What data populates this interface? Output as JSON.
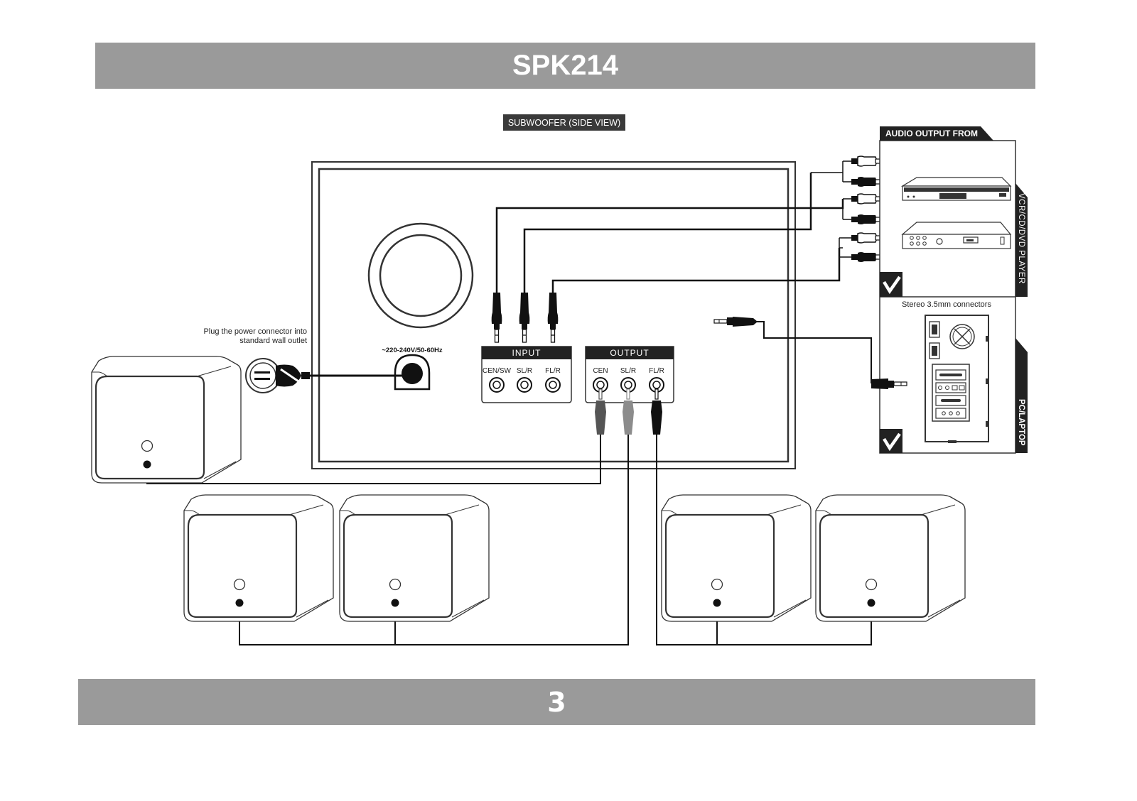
{
  "header": {
    "model": "SPK214"
  },
  "footer": {
    "page_number": "3"
  },
  "subwoofer": {
    "view_label": "SUBWOOFER (SIDE VIEW)",
    "voltage_label": "~220-240V/50-60Hz",
    "input_label": "INPUT",
    "input_ports": [
      "CEN/SW",
      "SL/R",
      "FL/R"
    ],
    "output_label": "OUTPUT",
    "output_ports": [
      "CEN",
      "SL/R",
      "FL/R"
    ]
  },
  "power": {
    "instruction_line1": "Plug the power connector into",
    "instruction_line2": "standard wall outlet"
  },
  "sources": {
    "panel_title": "AUDIO OUTPUT FROM",
    "player_label": "VCR/CD/DVD PLAYER",
    "stereo_label": "Stereo 3.5mm connectors",
    "pc_label": "PC/LAPTOP"
  },
  "colors": {
    "band": "#9a9a9a",
    "cable_black": "#111111",
    "cable_gray": "#8c8c8c",
    "cable_dark_gray": "#555555"
  }
}
